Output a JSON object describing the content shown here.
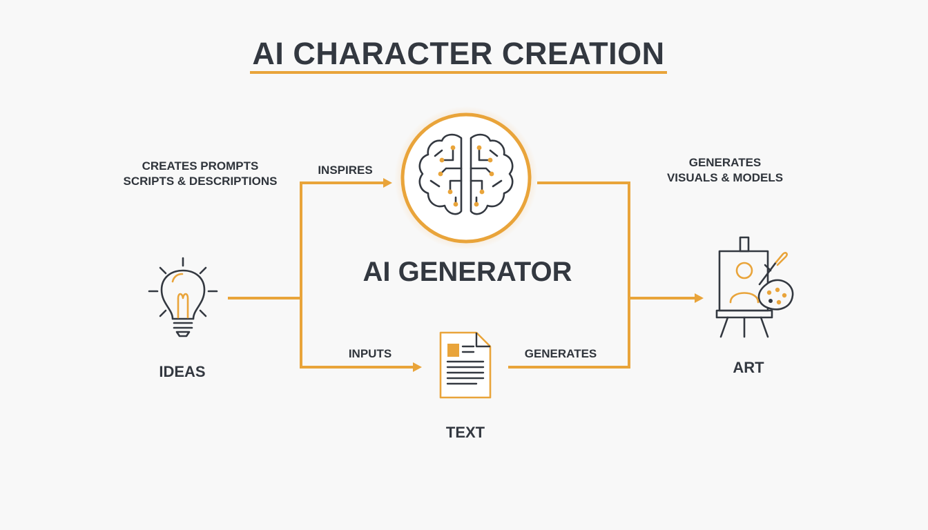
{
  "title": "AI CHARACTER CREATION",
  "nodes": {
    "center": "AI GENERATOR",
    "ideas": "IDEAS",
    "text": "TEXT",
    "art": "ART"
  },
  "edges": {
    "prompts_line1": "CREATES PROMPTS",
    "prompts_line2": "SCRIPTS & DESCRIPTIONS",
    "inspires": "INSPIRES",
    "inputs": "INPUTS",
    "generates": "GENERATES",
    "visuals_line1": "GENERATES",
    "visuals_line2": "VISUALS & MODELS"
  },
  "icons": [
    "brain-circuit-icon",
    "lightbulb-icon",
    "document-icon",
    "easel-palette-icon"
  ],
  "colors": {
    "accent": "#e9a43a",
    "ink": "#333840",
    "background": "#f8f8f8"
  }
}
